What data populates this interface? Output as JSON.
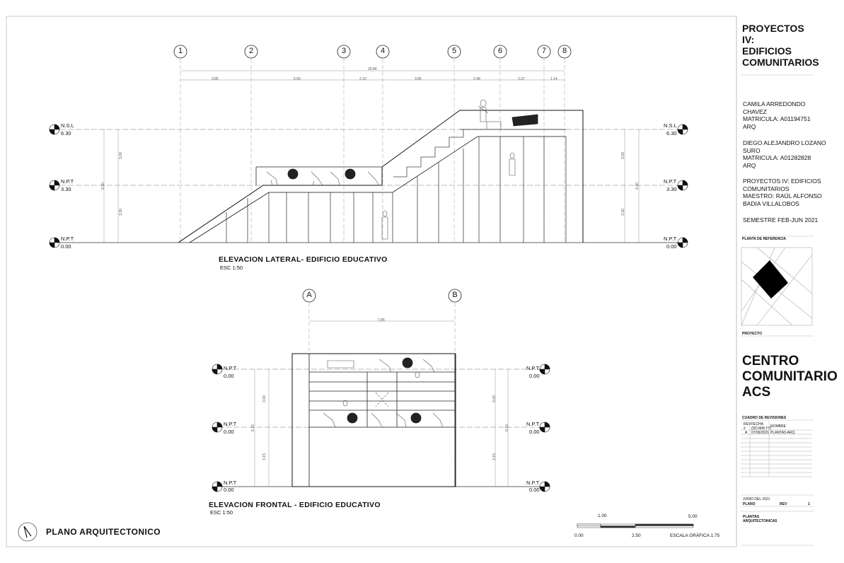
{
  "title_block": {
    "course_title": "PROYECTOS\nIV:\nEDIFICIOS\nCOMUNITARIOS",
    "student1": "CAMILA ARREDONDO\nCHAVEZ\nMATRICULA: A01194751\nARQ",
    "student2": "DIEGO ALEJANDRO LOZANO\nSURO\nMATRICULA: A01282828\nARQ",
    "course_info": "PROYECTOS IV: EDIFICIOS\nCOMUNITARIOS\nMAESTRO: RAÚL ALFONSO\nBADIA VILLALOBOS",
    "semester": "SEMESTRE FEB-JUN 2021",
    "reference_label": "PLANTA DE REFERENCIA",
    "project_label": "PROYECTO",
    "project_name": "CENTRO\nCOMUNITARIO\nACS",
    "revisions_label": "CUADRO DE REVISIONES",
    "rev_headers": {
      "rev": "REV\n#",
      "fecha": "FECHA\n(DD.MM.YY)",
      "nombre": "NOMBRE"
    },
    "rev_row": {
      "rev": "A",
      "fecha": "07/06/2021",
      "nombre": "PLANTAS ARQ"
    },
    "date": "JUNIO DEL 2021",
    "plano_label": "PLANO",
    "rev_label": "REV",
    "rev_number": "1",
    "sheet_name": "PLANTAS\nARQUITECTONICAS"
  },
  "lateral": {
    "title": "ELEVACION LATERAL- EDIFICIO EDUCATIVO",
    "scale": "ESC 1:50",
    "grid_labels": [
      "1",
      "2",
      "3",
      "4",
      "5",
      "6",
      "7",
      "8"
    ],
    "total_dim": "20.84",
    "segment_dims": [
      "3.85",
      "5.00",
      "2.15",
      "3.85",
      "2.48",
      "2.37",
      "1.14"
    ],
    "levels": [
      {
        "name": "N.S.L",
        "value": "6.30"
      },
      {
        "name": "N.P.T",
        "value": "3.30"
      },
      {
        "name": "N.P.T",
        "value": "0.00"
      }
    ],
    "vertical_dims": [
      "3.00",
      "3.30",
      "6.30"
    ]
  },
  "frontal": {
    "title": "ELEVACION FRONTAL - EDIFICIO EDUCATIVO",
    "scale": "ESC 1:50",
    "grid_labels": [
      "A",
      "B"
    ],
    "total_dim": "7.85",
    "levels": [
      {
        "name": "N.P.T",
        "value": "0.00"
      },
      {
        "name": "N.P.T",
        "value": "0.00"
      },
      {
        "name": "N.P.T",
        "value": "0.00"
      }
    ],
    "vertical_dims": [
      "3.00",
      "3.15",
      "6.15"
    ]
  },
  "plano_title": "PLANO ARQUITECTONICO",
  "graphic_scale": {
    "label": "ESCALA GRÁFICA 1:75",
    "marks_top": [
      "1.00",
      "5.00"
    ],
    "marks_bottom": [
      "0.00",
      "2.50"
    ]
  }
}
